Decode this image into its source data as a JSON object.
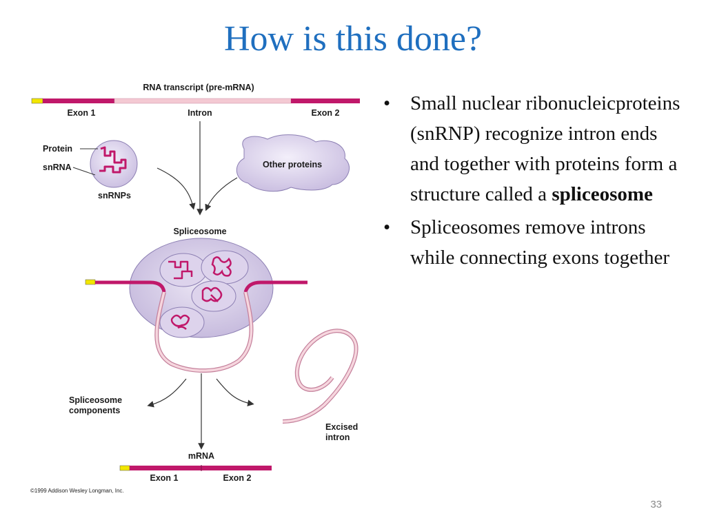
{
  "slide": {
    "title": "How is this done?",
    "page_number": "33"
  },
  "figure": {
    "label_rna_transcript": "RNA transcript (pre-mRNA)",
    "label_exon1_top": "Exon 1",
    "label_intron": "Intron",
    "label_exon2_top": "Exon 2",
    "label_protein": "Protein",
    "label_snrna": "snRNA",
    "label_snrnps": "snRNPs",
    "label_other_proteins": "Other proteins",
    "label_spliceosome": "Spliceosome",
    "label_components_line1": "Spliceosome",
    "label_components_line2": "components",
    "label_excised_line1": "Excised",
    "label_excised_line2": "intron",
    "label_mrna": "mRNA",
    "label_exon1_bottom": "Exon 1",
    "label_exon2_bottom": "Exon 2",
    "copyright": "©1999 Addison Wesley Longman, Inc.",
    "colors": {
      "exon": "#c0186a",
      "intron": "#f4c9d3",
      "cap": "#f2e600",
      "snrnp_fill": "#d8cfe8",
      "snrnp_stroke": "#8c7fb3",
      "rna_strand": "#c0186a"
    }
  },
  "bullets": [
    {
      "text": "Small nuclear ribonucleicproteins (snRNP) recognize intron ends and together with proteins form a structure called a ",
      "emphasis": "spliceosome"
    },
    {
      "text": "Spliceosomes remove introns while connecting exons together",
      "emphasis": ""
    }
  ],
  "bullet_glyph": "•"
}
